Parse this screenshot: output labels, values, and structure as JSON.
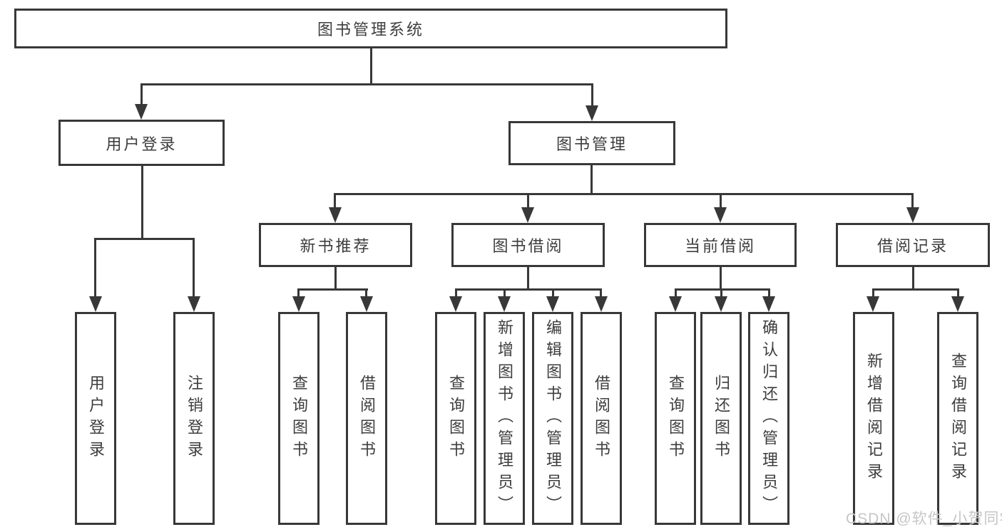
{
  "tree": {
    "root": {
      "label": "图书管理系统",
      "children": [
        {
          "label": "用户登录",
          "children": [
            {
              "label": "用户登录"
            },
            {
              "label": "注销登录"
            }
          ]
        },
        {
          "label": "图书管理",
          "children": [
            {
              "label": "新书推荐",
              "children": [
                {
                  "label": "查询图书"
                },
                {
                  "label": "借阅图书"
                }
              ]
            },
            {
              "label": "图书借阅",
              "children": [
                {
                  "label": "查询图书"
                },
                {
                  "label": "新增图书（管理员）"
                },
                {
                  "label": "编辑图书（管理员）"
                },
                {
                  "label": "借阅图书"
                }
              ]
            },
            {
              "label": "当前借阅",
              "children": [
                {
                  "label": "查询图书"
                },
                {
                  "label": "归还图书"
                },
                {
                  "label": "确认归还（管理员）"
                }
              ]
            },
            {
              "label": "借阅记录",
              "children": [
                {
                  "label": "新增借阅记录"
                },
                {
                  "label": "查询借阅记录"
                }
              ]
            }
          ]
        }
      ]
    }
  },
  "colors": {
    "line": "#383838",
    "text": "#3d3d3d",
    "watermark": "#c6c6c6",
    "background": "#ffffff"
  },
  "watermark": {
    "text": "CSDN @软件_小贺同学"
  }
}
